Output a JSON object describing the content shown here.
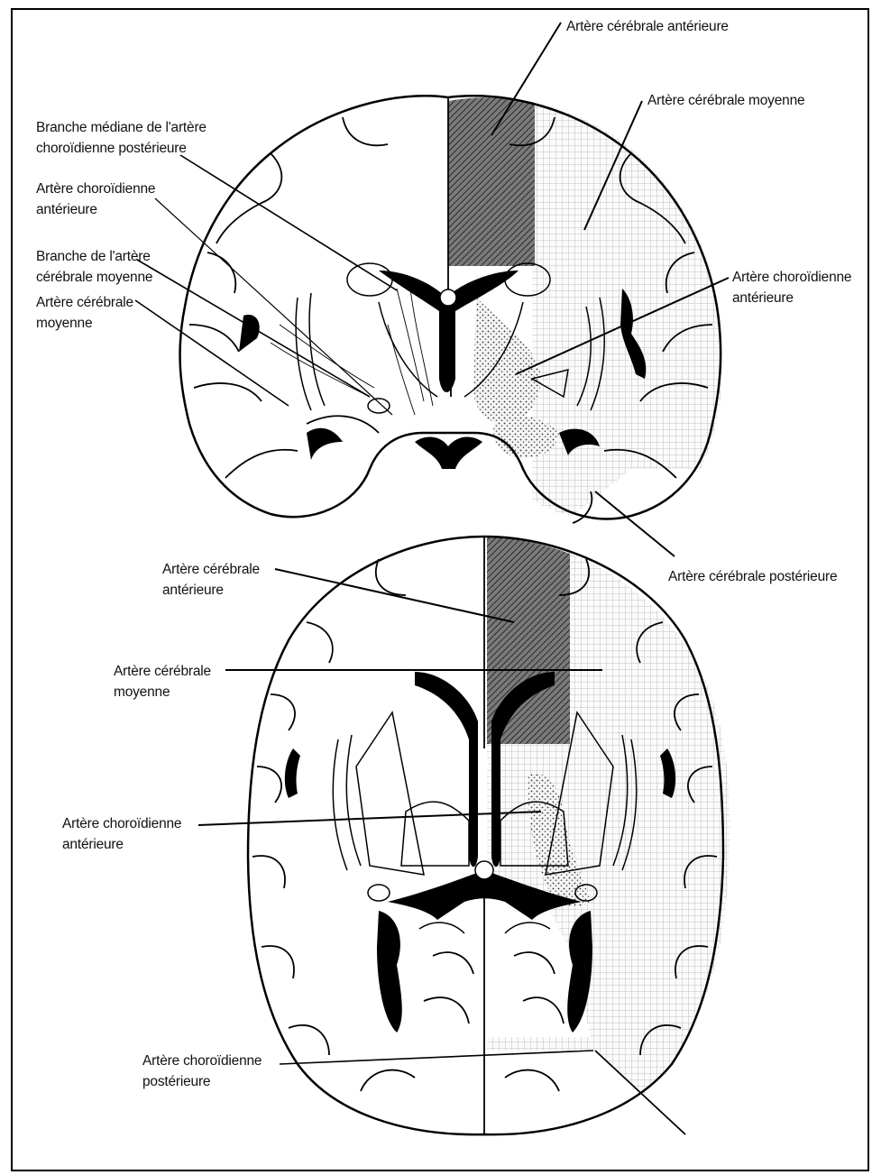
{
  "labels": {
    "top_aca": {
      "l1": "Artère cérébrale antérieure",
      "l2": ""
    },
    "top_mca_r": {
      "l1": "Artère cérébrale moyenne",
      "l2": ""
    },
    "top_bmacp": {
      "l1": "Branche médiane de l'artère",
      "l2": "choroïdienne postérieure"
    },
    "top_acha_l": {
      "l1": "Artère choroïdienne",
      "l2": "antérieure"
    },
    "top_bacm": {
      "l1": "Branche de l'artère",
      "l2": "cérébrale moyenne"
    },
    "top_mca_l": {
      "l1": "Artère cérébrale",
      "l2": "moyenne"
    },
    "top_acha_r": {
      "l1": "Artère choroïdienne",
      "l2": "antérieure"
    },
    "acp": {
      "l1": "Artère cérébrale postérieure",
      "l2": ""
    },
    "bot_aca": {
      "l1": "Artère cérébrale",
      "l2": "antérieure"
    },
    "bot_mca": {
      "l1": "Artère cérébrale",
      "l2": "moyenne"
    },
    "bot_acha": {
      "l1": "Artère choroïdienne",
      "l2": "antérieure"
    },
    "bot_achp": {
      "l1": "Artère choroïdienne",
      "l2": "postérieure"
    }
  }
}
